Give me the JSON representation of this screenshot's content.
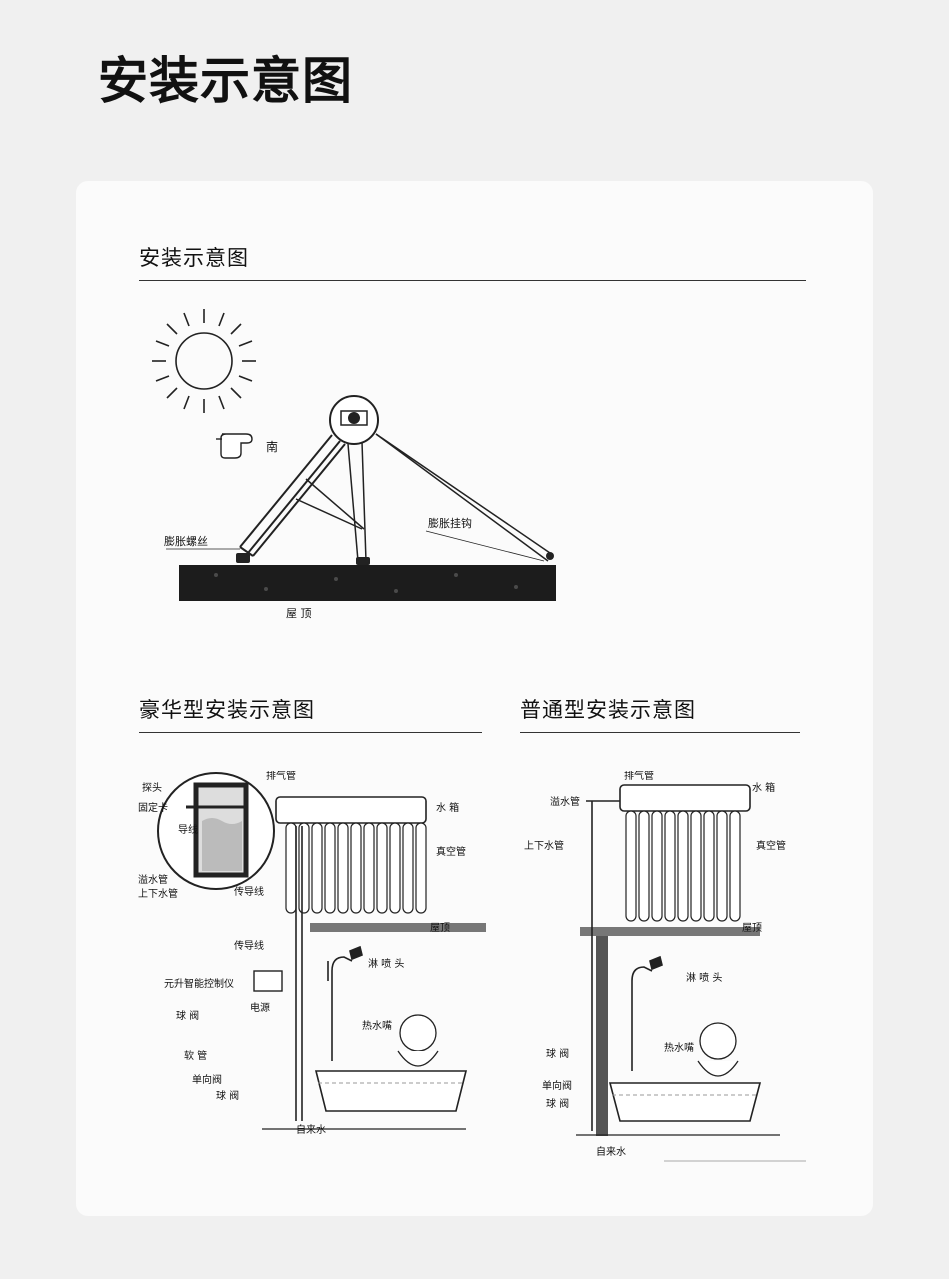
{
  "page": {
    "title": "安装示意图"
  },
  "sections": {
    "main": {
      "title": "安装示意图",
      "labels": {
        "direction": "南",
        "expansion_screw": "膨胀螺丝",
        "expansion_hook": "膨胀挂钩",
        "roof": "屋 顶"
      }
    },
    "deluxe": {
      "title": "豪华型安装示意图",
      "labels": {
        "probe": "探头",
        "exhaust_pipe": "排气管",
        "fixing_clip": "固定卡",
        "wire_inner": "导线",
        "water_tank": "水 箱",
        "vacuum_tube": "真空管",
        "overflow_pipe": "溢水管",
        "updown_pipe": "上下水管",
        "signal_wire_1": "传导线",
        "roof": "屋顶",
        "signal_wire_2": "传导线",
        "shower_head": "淋 喷 头",
        "controller": "元升智能控制仪",
        "power": "电源",
        "ball_valve_1": "球 阀",
        "hot_faucet": "热水嘴",
        "hose": "软  管",
        "check_valve": "单向阀",
        "ball_valve_2": "球 阀",
        "tap_water": "自来水"
      }
    },
    "standard": {
      "title": "普通型安装示意图",
      "labels": {
        "exhaust_pipe": "排气管",
        "overflow_pipe": "溢水管",
        "water_tank": "水  箱",
        "updown_pipe": "上下水管",
        "vacuum_tube": "真空管",
        "roof": "屋顶",
        "shower_head": "淋 喷 头",
        "ball_valve_1": "球 阀",
        "hot_faucet": "热水嘴",
        "check_valve": "单向阀",
        "ball_valve_2": "球 阀",
        "tap_water": "自来水"
      }
    }
  }
}
